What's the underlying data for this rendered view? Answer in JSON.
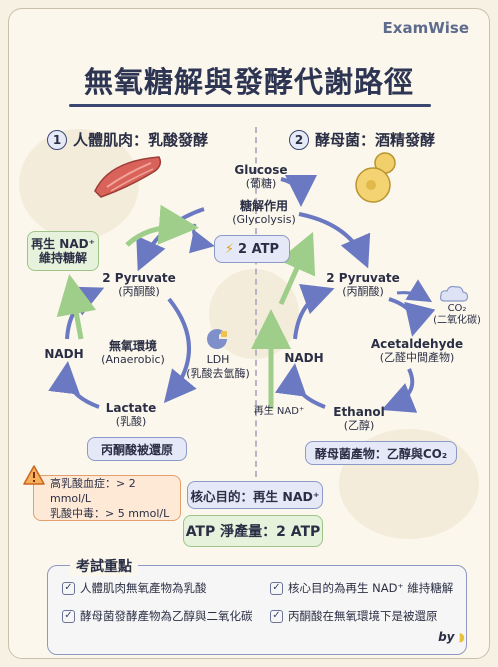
{
  "brand": "ExamWise",
  "title": "無氧糖解與發酵代謝路徑",
  "left_section": {
    "number": "1",
    "title": "人體肌肉：乳酸發酵"
  },
  "right_section": {
    "number": "2",
    "title": "酵母菌：酒精發酵"
  },
  "center": {
    "glucose": "Glucose",
    "glucose_zh": "(葡糖)",
    "glycolysis": "糖解作用",
    "glycolysis_en": "(Glycolysis)",
    "atp": "2 ATP"
  },
  "left_cycle": {
    "regen_box": "再生 NAD⁺\n維持糖解",
    "pyruvate": "2 Pyruvate",
    "pyruvate_zh": "(丙酮酸)",
    "nadh": "NADH",
    "environment": "無氧環境",
    "environment_en": "(Anaerobic)",
    "ldh": "LDH",
    "ldh_zh": "(乳酸去氫酶)",
    "lactate": "Lactate",
    "lactate_zh": "(乳酸)",
    "result_box": "丙酮酸被還原"
  },
  "right_cycle": {
    "pyruvate": "2 Pyruvate",
    "pyruvate_zh": "(丙酮酸)",
    "co2": "CO₂",
    "co2_zh": "(二氧化碳)",
    "nadh": "NADH",
    "acetaldehyde": "Acetaldehyde",
    "acetaldehyde_zh": "(乙醛中間產物)",
    "regen": "再生 NAD⁺",
    "ethanol": "Ethanol",
    "ethanol_zh": "(乙醇)",
    "result_box": "酵母菌產物：乙醇與CO₂"
  },
  "warning": {
    "line1": "高乳酸血症：> 2 mmol/L",
    "line2": "乳酸中毒：> 5 mmol/L"
  },
  "core_purpose": "核心目的：再生 NAD⁺",
  "atp_net": "ATP 淨產量：2 ATP",
  "exam": {
    "title": "考試重點",
    "items": [
      "人體肌肉無氧產物為乳酸",
      "核心目的為再生 NAD⁺ 維持糖解",
      "酵母菌發酵產物為乙醇與二氧化碳",
      "丙酮酸在無氧環境下是被還原"
    ]
  },
  "signature": "by",
  "colors": {
    "blue_arrow": "#6a79c2",
    "green_arrow": "#9fce8a",
    "title_ink": "#2d3553",
    "warning": "#e07b3c"
  },
  "icons": [
    "muscle-icon",
    "yeast-icon",
    "lightning-icon",
    "enzyme-icon",
    "cloud-icon",
    "warning-icon",
    "check-icon",
    "banana-icon"
  ]
}
